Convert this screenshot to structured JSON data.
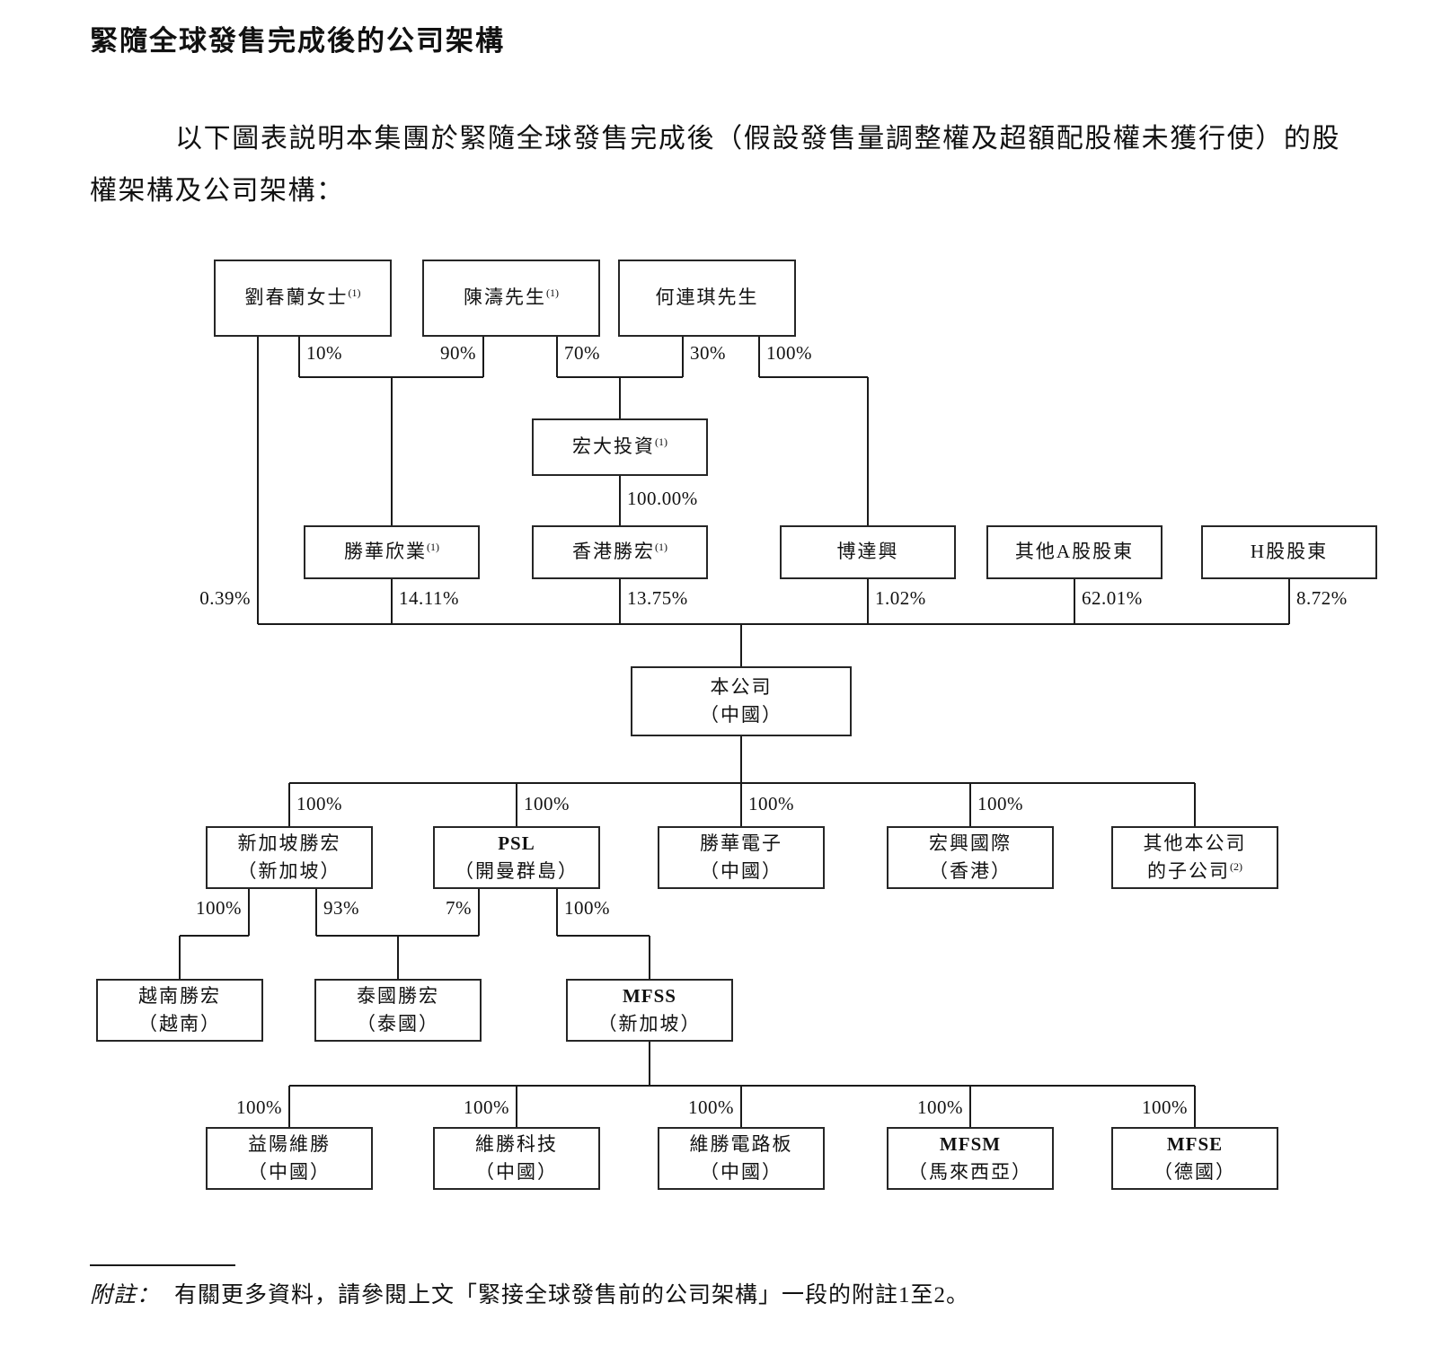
{
  "page": {
    "title": "緊隨全球發售完成後的公司架構",
    "intro": "以下圖表説明本集團於緊隨全球發售完成後（假設發售量調整權及超額配股權未獲行使）的股權架構及公司架構：",
    "footnote_label": "附註：",
    "footnote_text": "有關更多資料，請參閱上文「緊接全球發售前的公司架構」一段的附註1至2。"
  },
  "chart": {
    "nodes": {
      "liu": {
        "name": "劉春蘭女士",
        "sup": "(1)"
      },
      "chen": {
        "name": "陳濤先生",
        "sup": "(1)"
      },
      "he": {
        "name": "何連琪先生"
      },
      "hongda": {
        "name": "宏大投資",
        "sup": "(1)"
      },
      "xinye": {
        "name": "勝華欣業",
        "sup": "(1)"
      },
      "hksh": {
        "name": "香港勝宏",
        "sup": "(1)"
      },
      "boda": {
        "name": "博達興"
      },
      "othera": {
        "name": "其他A股股東"
      },
      "hshare": {
        "name": "H股股東"
      },
      "company": {
        "line1": "本公司",
        "line2": "（中國）"
      },
      "sgsh": {
        "line1": "新加坡勝宏",
        "line2": "（新加坡）"
      },
      "psl": {
        "line1": "PSL",
        "line2": "（開曼群島）"
      },
      "shdz": {
        "line1": "勝華電子",
        "line2": "（中國）"
      },
      "hongxing": {
        "line1": "宏興國際",
        "line2": "（香港）"
      },
      "othersubs": {
        "line1": "其他本公司",
        "line2": "的子公司",
        "sup": "(2)"
      },
      "vietnam": {
        "line1": "越南勝宏",
        "line2": "（越南）"
      },
      "thailand": {
        "line1": "泰國勝宏",
        "line2": "（泰國）"
      },
      "mfss": {
        "line1": "MFSS",
        "line2": "（新加坡）"
      },
      "yiyang": {
        "line1": "益陽維勝",
        "line2": "（中國）"
      },
      "wstech": {
        "line1": "維勝科技",
        "line2": "（中國）"
      },
      "wspcb": {
        "line1": "維勝電路板",
        "line2": "（中國）"
      },
      "mfsm": {
        "line1": "MFSM",
        "line2": "（馬來西亞）"
      },
      "mfse": {
        "line1": "MFSE",
        "line2": "（德國）"
      }
    },
    "pct": {
      "liu_xinye": "10%",
      "chen_xinye": "90%",
      "chen_hongda": "70%",
      "he_hongda": "30%",
      "he_boda": "100%",
      "hongda_hksh": "100.00%",
      "liu_company": "0.39%",
      "xinye_company": "14.11%",
      "hksh_company": "13.75%",
      "boda_company": "1.02%",
      "othera_company": "62.01%",
      "hshare_company": "8.72%",
      "company_sgsh": "100%",
      "company_psl": "100%",
      "company_shdz": "100%",
      "company_hongxing": "100%",
      "sgsh_vietnam": "100%",
      "sgsh_thailand": "93%",
      "psl_thailand": "7%",
      "psl_mfss": "100%",
      "mfss_yiyang": "100%",
      "mfss_wstech": "100%",
      "mfss_wspcb": "100%",
      "mfss_mfsm": "100%",
      "mfss_mfse": "100%"
    }
  }
}
